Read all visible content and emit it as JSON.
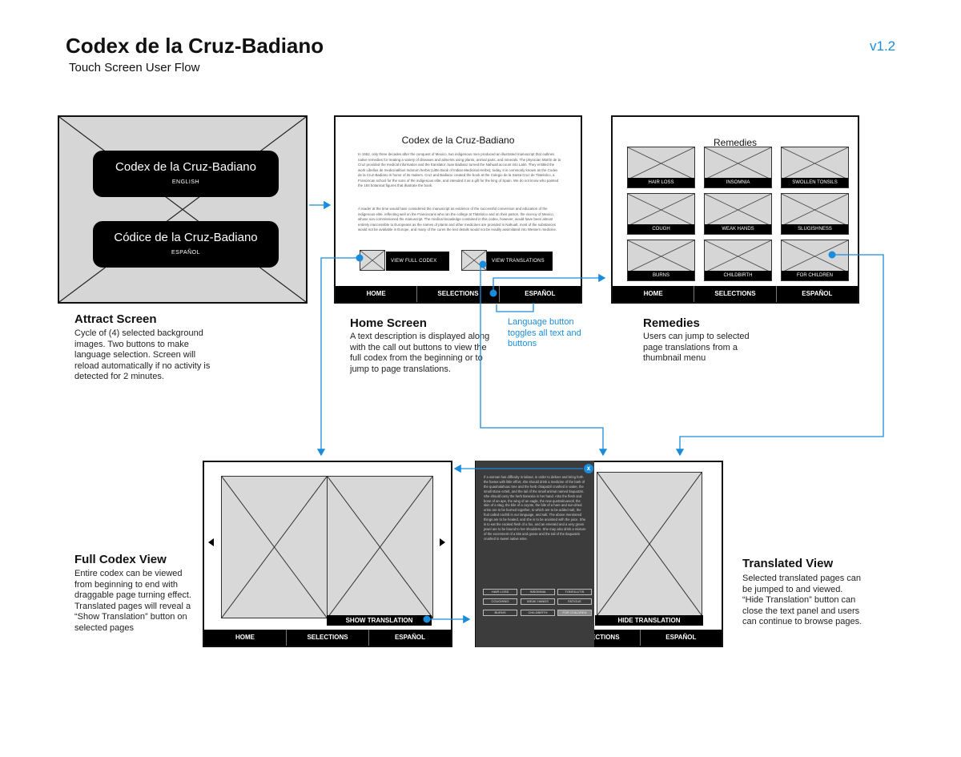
{
  "header": {
    "title": "Codex de la Cruz-Badiano",
    "subtitle": "Touch Screen User Flow",
    "version": "v1.2"
  },
  "colors": {
    "accent": "#1a8cdc",
    "dark": "#000000",
    "panel": "#3c3c3c",
    "placeholder": "#d6d6d6"
  },
  "attract": {
    "english_title": "Codex de la Cruz-Badiano",
    "english_label": "ENGLISH",
    "spanish_title": "Códice de la Cruz-Badiano",
    "spanish_label": "ESPAÑOL",
    "caption_title": "Attract Screen",
    "caption_body": "Cycle of (4) selected background images. Two buttons to make language selection. Screen will reload automatically if no activity is detected for 2 minutes."
  },
  "home": {
    "heading": "Codex de la Cruz-Badiano",
    "paragraph1": "In 1552, only three decades after the conquest of Mexico, two indigenous men produced an illustrated manuscript that outlines native remedies for treating a variety of diseases and ailments using plants, animal parts, and minerals. The physician Martín de la Cruz provided the medical information and the translator Juan Badiano turned the Nahuatl account into Latin. They entitled the work Libellus de medicinalibus Indorum herbis (Little Book of Indian Medicinal Herbs); today, it is commonly known as the Codex de la Cruz-Badiano in honor of its makers. Cruz and Badiano created the book at the Colegio de la Santa Cruz de Tlatelolco, a Franciscan school for the sons of the indigenous elite, and intended it as a gift for the king of Spain. We do not know who painted the 184 botanical figures that illustrate the book.",
    "paragraph2": "A reader at the time would have considered the manuscript as evidence of the successful conversion and education of the indigenous elite, reflecting well on the Franciscans who ran the college at Tlatelolco and on their patron, the viceroy of Mexico, whose son commissioned the manuscript. The medical knowledge contained in this codex, however, would have been almost entirely inaccessible to Europeans as the names of plants and other medicines are provided in Nahuatl, most of the substances would not be available in Europe, and many of the cures the text details would not be readily assimilated into Western medicine.",
    "btn_full_codex": "VIEW FULL CODEX",
    "btn_translations": "VIEW TRANSLATIONS",
    "caption_title": "Home Screen",
    "caption_body": "A text description is displayed along with the call out buttons to view the full codex from the beginning or to jump to page translations.",
    "note": "Language button toggles all text and buttons"
  },
  "nav": {
    "home": "HOME",
    "selections": "SELECTIONS",
    "spanish": "ESPAÑOL"
  },
  "remedies": {
    "heading": "Remedies",
    "items": [
      {
        "label": "HAIR LOSS"
      },
      {
        "label": "INSOMNIA"
      },
      {
        "label": "SWOLLEN TONSILS"
      },
      {
        "label": "COUGH"
      },
      {
        "label": "WEAK HANDS"
      },
      {
        "label": "SLUGISHNESS"
      },
      {
        "label": "BURNS"
      },
      {
        "label": "CHILDBIRTH"
      },
      {
        "label": "FOR CHILDREN"
      }
    ],
    "caption_title": "Remedies",
    "caption_body": "Users can jump to selected page translations from a thumbnail menu"
  },
  "full_codex": {
    "show_translation": "SHOW TRANSLATION",
    "caption_title": "Full Codex View",
    "caption_body": "Entire codex can be viewed from beginning to end with draggable  page turning effect. Translated pages will reveal a “Show Translation” button on selected pages"
  },
  "translated": {
    "panel_text": "If a woman has difficulty in labour, in order to deliver and bring forth the foetus with little effort, she should drink a medicine of the bark of the quauhalahuac tree and the herb chiapatzil crushed in water, the small stone eztetl, and the tail of the small animal named tlaquatzin. She should carry the herb tlanextia in her hand. Also the flesh and bone of an ape, the wing of an eagle, the new quetzalcuexotl, the skin of a stag, the bile of a coyote, the bile of a hare and sun-dried urine are to be burned together, to which are to be added salt, the fruit called nochtli in our language, and salt. The above mentioned things are to be heated, and she is to be anointed with the juice. She is to eat the cooked flesh of a fox, and an emerald and a very green jewel are to be bound to her shoulders. She may also drink a mixture of the excrement of a kite and goose and the tail of the tlaquatzin crushed in sweet native wine.",
    "chips": [
      {
        "label": "HAIR LOSS"
      },
      {
        "label": "INSOMNIA"
      },
      {
        "label": "TONSILLITIS"
      },
      {
        "label": "COUGHING"
      },
      {
        "label": "WEAK HANDS"
      },
      {
        "label": "FATIGUE"
      },
      {
        "label": "BURNS"
      },
      {
        "label": "CHILDBIRTH"
      },
      {
        "label": "FOR CHILDREN"
      }
    ],
    "close_glyph": "x",
    "hide_translation": "HIDE TRANSLATION",
    "caption_title": "Translated View",
    "caption_body": "Selected translated pages can be jumped to and viewed. “Hide Translation” button can close the text panel and users can continue to browse pages."
  }
}
